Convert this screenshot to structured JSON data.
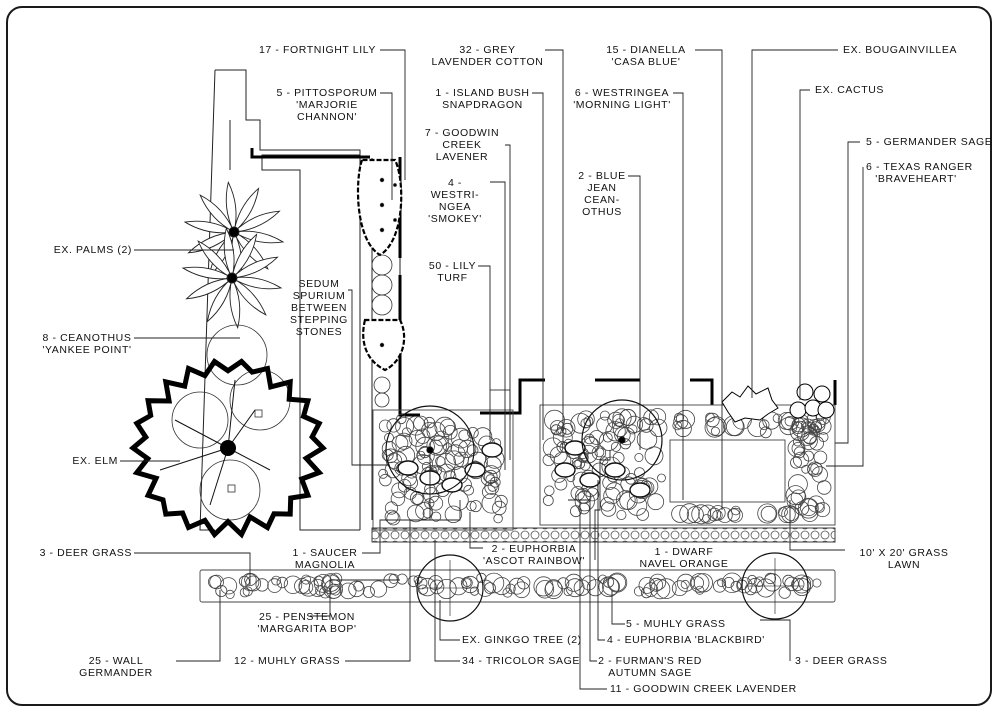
{
  "labels": {
    "fortnight_lily": [
      "17 - FORTNIGHT LILY"
    ],
    "pittosporum": [
      "5 - PITTOSPORUM",
      "'MARJORIE",
      "CHANNON'"
    ],
    "grey_lavender": [
      "32 - GREY",
      "LAVENDER COTTON"
    ],
    "island_bush": [
      "1 - ISLAND BUSH",
      "SNAPDRAGON"
    ],
    "goodwin_creek_top": [
      "7 - GOODWIN",
      "CREEK",
      "LAVENER"
    ],
    "westringea_smokey": [
      "4 -",
      "WESTRI-",
      "NGEA",
      "'SMOKEY'"
    ],
    "lily_turf": [
      "50 - LILY",
      "TURF"
    ],
    "dianella": [
      "15 - DIANELLA",
      "'CASA BLUE'"
    ],
    "westringea_morning": [
      "6 - WESTRINGEA",
      "'MORNING LIGHT'"
    ],
    "blue_jean": [
      "2 - BLUE",
      "JEAN",
      "CEAN-",
      "OTHUS"
    ],
    "bougainvillea": [
      "EX. BOUGAINVILLEA"
    ],
    "cactus": [
      "EX. CACTUS"
    ],
    "germander_sage": [
      "5 - GERMANDER SAGE"
    ],
    "texas_ranger": [
      "6 - TEXAS RANGER",
      "'BRAVEHEART'"
    ],
    "palms": [
      "EX. PALMS (2)"
    ],
    "ceanothus": [
      "8 - CEANOTHUS",
      "'YANKEE POINT'"
    ],
    "sedum": [
      "SEDUM",
      "SPURIUM",
      "BETWEEN",
      "STEPPING",
      "STONES"
    ],
    "elm": [
      "EX. ELM"
    ],
    "deer_grass_left": [
      "3 - DEER GRASS"
    ],
    "saucer_magnolia": [
      "1 - SAUCER",
      "MAGNOLIA"
    ],
    "euphorbia_ascot": [
      "2 - EUPHORBIA",
      "'ASCOT RAINBOW'"
    ],
    "dwarf_orange": [
      "1 - DWARF",
      "NAVEL ORANGE"
    ],
    "grass_lawn": [
      "10' X 20' GRASS",
      "LAWN"
    ],
    "penstemon": [
      "25 - PENSTEMON",
      "'MARGARITA BOP'"
    ],
    "muhly_5": [
      "5 - MUHLY GRASS"
    ],
    "wall_germander": [
      "25 - WALL",
      "GERMANDER"
    ],
    "ginkgo": [
      "EX. GINKGO TREE (2)"
    ],
    "euphorbia_blackbird": [
      "4 - EUPHORBIA 'BLACKBIRD'"
    ],
    "muhly_12": [
      "12 - MUHLY GRASS"
    ],
    "tricolor_sage": [
      "34 - TRICOLOR SAGE"
    ],
    "furmans_red": [
      "2 - FURMAN'S RED",
      "AUTUMN SAGE"
    ],
    "deer_grass_right": [
      "3 - DEER GRASS"
    ],
    "goodwin_creek_bottom": [
      "11 - GOODWIN CREEK LAVENDER"
    ]
  },
  "icons": [
    "palm-tree-icon",
    "elm-tree-icon",
    "ginkgo-tree-icon",
    "dwarf-orange-tree-icon",
    "saucer-magnolia-tree-icon",
    "cactus-icon",
    "bougainvillea-icon"
  ]
}
